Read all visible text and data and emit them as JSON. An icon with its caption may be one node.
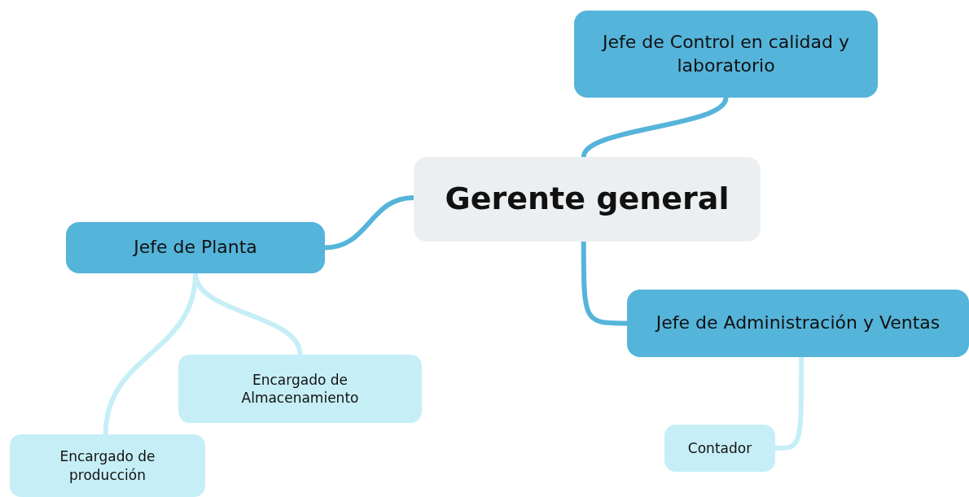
{
  "diagram": {
    "nodes": [
      {
        "text": [
          "Gerente general"
        ]
      },
      {
        "text": [
          "Jefe de Control en calidad y laboratorio"
        ]
      },
      {
        "text": [
          "Jefe de Planta"
        ]
      },
      {
        "text": [
          "Jefe de Administración y Ventas"
        ]
      },
      {
        "text": [
          "Encargado de Almacenamiento"
        ]
      },
      {
        "text": [
          "Encargado de producción"
        ]
      },
      {
        "text": [
          "Contador"
        ]
      }
    ],
    "edges": [
      {
        "from": 0,
        "to": 1,
        "arrow": "none"
      },
      {
        "from": 0,
        "to": 2,
        "arrow": "none"
      },
      {
        "from": 0,
        "to": 3,
        "arrow": "none"
      },
      {
        "from": 2,
        "to": 4,
        "arrow": "none",
        "color": "#c6eef6"
      },
      {
        "from": 2,
        "to": 5,
        "arrow": "none",
        "color": "#c6eef6"
      },
      {
        "from": 3,
        "to": 6,
        "arrow": "none",
        "color": "#c6eef6"
      }
    ]
  }
}
